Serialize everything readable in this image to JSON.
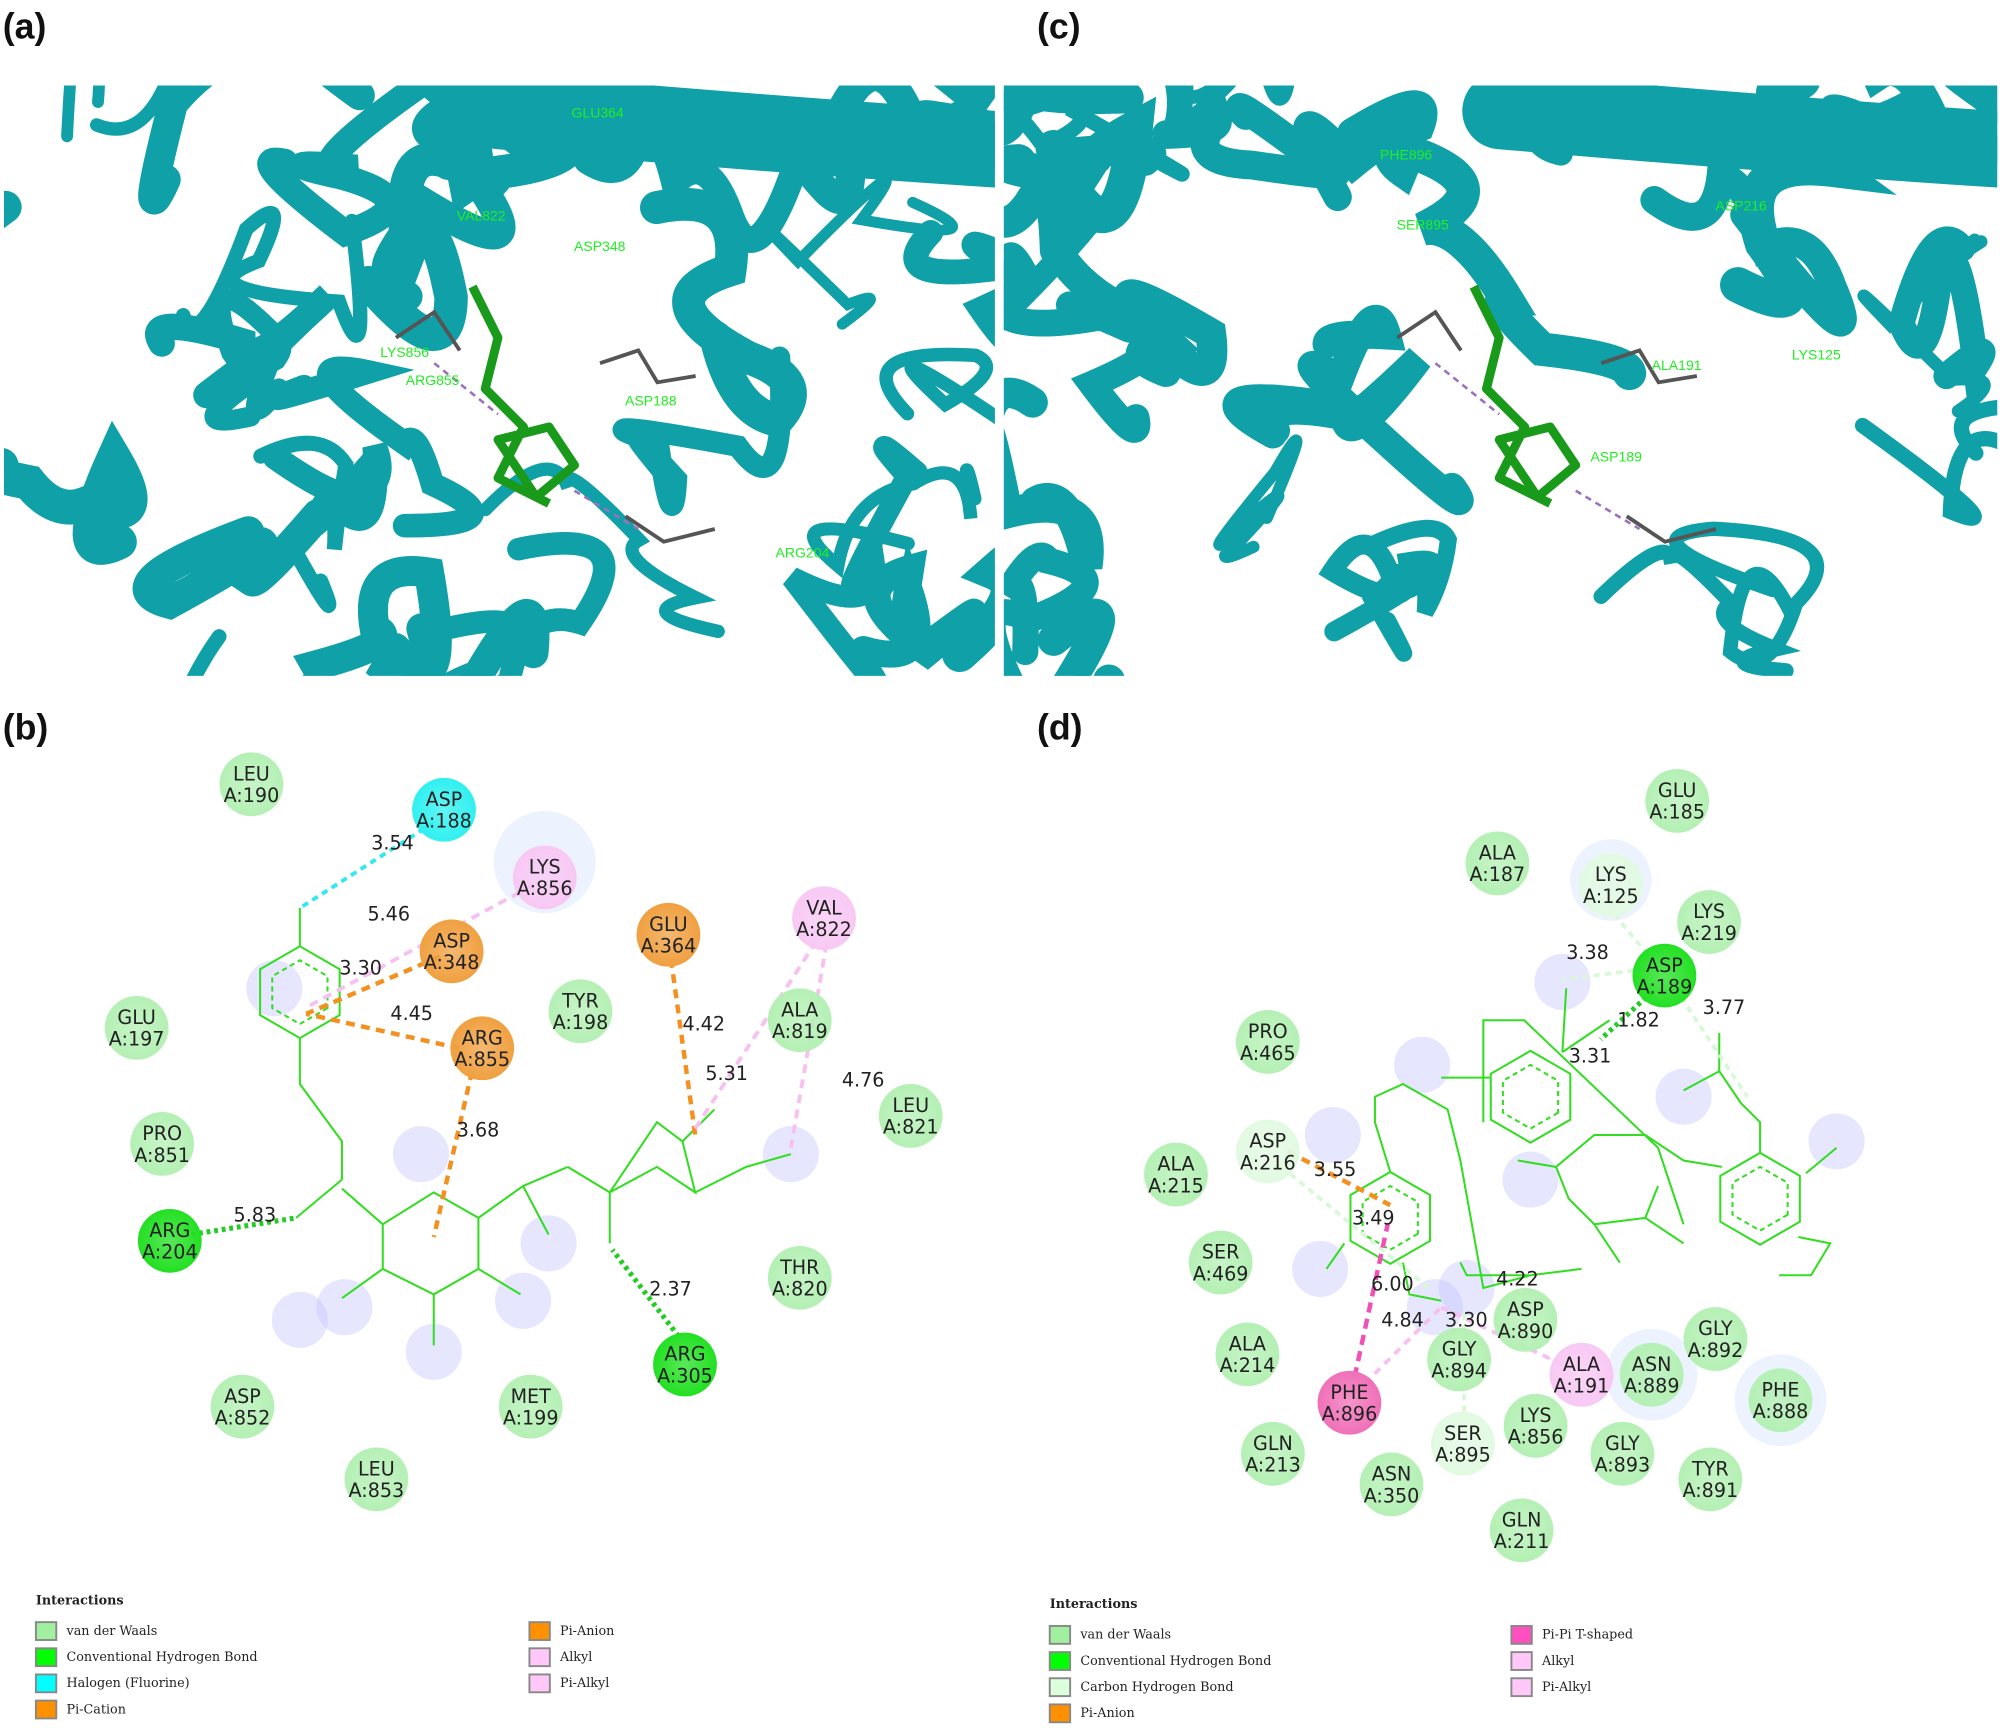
{
  "panels": {
    "a": {
      "label": "(a)",
      "residue_labels": [
        "GLU364",
        "VAL822",
        "ASP348",
        "LYS856",
        "ARG855",
        "ASP188",
        "ARG204"
      ]
    },
    "c": {
      "label": "(c)",
      "residue_labels": [
        "PHE896",
        "SER895",
        "ASP216",
        "ALA191",
        "LYS125",
        "ASP189"
      ]
    },
    "b": {
      "label": "(b)",
      "residues": [
        {
          "name": "LEU",
          "id": "A:190",
          "type": "vdw"
        },
        {
          "name": "ASP",
          "id": "A:188",
          "type": "halogen"
        },
        {
          "name": "LYS",
          "id": "A:856",
          "type": "alkyl"
        },
        {
          "name": "ASP",
          "id": "A:348",
          "type": "pi_anion"
        },
        {
          "name": "GLU",
          "id": "A:364",
          "type": "pi_anion"
        },
        {
          "name": "VAL",
          "id": "A:822",
          "type": "alkyl"
        },
        {
          "name": "GLU",
          "id": "A:197",
          "type": "vdw"
        },
        {
          "name": "TYR",
          "id": "A:198",
          "type": "vdw"
        },
        {
          "name": "ARG",
          "id": "A:855",
          "type": "pi_cation"
        },
        {
          "name": "ALA",
          "id": "A:819",
          "type": "vdw"
        },
        {
          "name": "LEU",
          "id": "A:821",
          "type": "vdw"
        },
        {
          "name": "PRO",
          "id": "A:851",
          "type": "vdw"
        },
        {
          "name": "ARG",
          "id": "A:204",
          "type": "hbond"
        },
        {
          "name": "THR",
          "id": "A:820",
          "type": "vdw"
        },
        {
          "name": "ARG",
          "id": "A:305",
          "type": "hbond"
        },
        {
          "name": "ASP",
          "id": "A:852",
          "type": "vdw"
        },
        {
          "name": "MET",
          "id": "A:199",
          "type": "vdw"
        },
        {
          "name": "LEU",
          "id": "A:853",
          "type": "vdw"
        }
      ],
      "distances": [
        "3.54",
        "5.46",
        "3.30",
        "4.45",
        "3.68",
        "4.42",
        "5.31",
        "4.76",
        "5.83",
        "2.37"
      ],
      "legend": {
        "title": "Interactions",
        "items": [
          {
            "label": "van der Waals",
            "color": "#a0f0a0"
          },
          {
            "label": "Conventional Hydrogen Bond",
            "color": "#00ff00"
          },
          {
            "label": "Halogen (Fluorine)",
            "color": "#00ffff"
          },
          {
            "label": "Pi-Cation",
            "color": "#ff9000"
          },
          {
            "label": "Pi-Anion",
            "color": "#ff9000"
          },
          {
            "label": "Alkyl",
            "color": "#ffc8f8"
          },
          {
            "label": "Pi-Alkyl",
            "color": "#ffc8f8"
          }
        ]
      }
    },
    "d": {
      "label": "(d)",
      "residues": [
        {
          "name": "GLU",
          "id": "A:185",
          "type": "vdw"
        },
        {
          "name": "ALA",
          "id": "A:187",
          "type": "vdw"
        },
        {
          "name": "LYS",
          "id": "A:125",
          "type": "chbond"
        },
        {
          "name": "LYS",
          "id": "A:219",
          "type": "vdw"
        },
        {
          "name": "ASP",
          "id": "A:189",
          "type": "hbond"
        },
        {
          "name": "PRO",
          "id": "A:465",
          "type": "vdw"
        },
        {
          "name": "ASP",
          "id": "A:216",
          "type": "chbond"
        },
        {
          "name": "ALA",
          "id": "A:215",
          "type": "vdw"
        },
        {
          "name": "SER",
          "id": "A:469",
          "type": "vdw"
        },
        {
          "name": "ALA",
          "id": "A:214",
          "type": "vdw"
        },
        {
          "name": "GLY",
          "id": "A:894",
          "type": "vdw"
        },
        {
          "name": "ASP",
          "id": "A:890",
          "type": "vdw"
        },
        {
          "name": "ALA",
          "id": "A:191",
          "type": "alkyl"
        },
        {
          "name": "ASN",
          "id": "A:889",
          "type": "vdw"
        },
        {
          "name": "GLY",
          "id": "A:892",
          "type": "vdw"
        },
        {
          "name": "PHE",
          "id": "A:888",
          "type": "vdw"
        },
        {
          "name": "PHE",
          "id": "A:896",
          "type": "pipi"
        },
        {
          "name": "SER",
          "id": "A:895",
          "type": "chbond"
        },
        {
          "name": "LYS",
          "id": "A:856",
          "type": "vdw"
        },
        {
          "name": "GLN",
          "id": "A:213",
          "type": "vdw"
        },
        {
          "name": "ASN",
          "id": "A:350",
          "type": "vdw"
        },
        {
          "name": "GLY",
          "id": "A:893",
          "type": "vdw"
        },
        {
          "name": "TYR",
          "id": "A:891",
          "type": "vdw"
        },
        {
          "name": "GLN",
          "id": "A:211",
          "type": "vdw"
        }
      ],
      "distances": [
        "3.38",
        "1.82",
        "3.77",
        "3.31",
        "3.55",
        "3.49",
        "6.00",
        "4.84",
        "3.30",
        "4.22"
      ],
      "legend": {
        "title": "Interactions",
        "items": [
          {
            "label": "van der Waals",
            "color": "#a0f0a0"
          },
          {
            "label": "Conventional Hydrogen Bond",
            "color": "#00ff00"
          },
          {
            "label": "Carbon Hydrogen Bond",
            "color": "#dcffdc"
          },
          {
            "label": "Pi-Anion",
            "color": "#ff9000"
          },
          {
            "label": "Pi-Pi T-shaped",
            "color": "#ff50c0"
          },
          {
            "label": "Alkyl",
            "color": "#ffc8f8"
          },
          {
            "label": "Pi-Alkyl",
            "color": "#ffc8f8"
          }
        ]
      }
    }
  },
  "colors": {
    "vdw": "#b4f0b4",
    "hbond": "#22e022",
    "halogen": "#30f0f0",
    "pi_cation": "#f0a040",
    "pi_anion": "#f0a040",
    "alkyl": "#f8c8f4",
    "chbond": "#e2fae2",
    "pipi": "#f070b8",
    "protein": "#10a0a8",
    "ligand": "#33dd22"
  }
}
